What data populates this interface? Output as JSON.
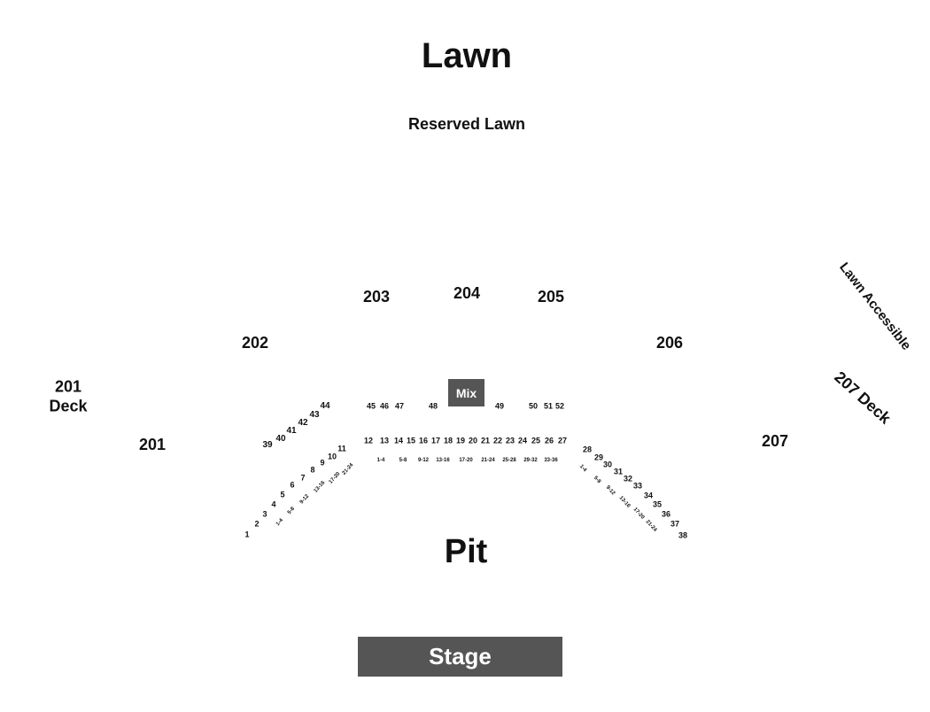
{
  "title": "Lawn",
  "reserved_lawn": "Reserved Lawn",
  "lawn_accessible": "Lawn Accessible",
  "deck_201": "201\nDeck",
  "deck_207": "207 Deck",
  "pit": "Pit",
  "stage": "Stage",
  "mix": "Mix",
  "sections": {
    "s201": "201",
    "s202": "202",
    "s203": "203",
    "s204": "204",
    "s205": "205",
    "s206": "206",
    "s207": "207"
  },
  "left_outer_rows": [
    "1",
    "2",
    "3",
    "4",
    "5",
    "6",
    "7",
    "8",
    "9",
    "10",
    "11"
  ],
  "left_upper_rows": [
    "39",
    "40",
    "41",
    "42",
    "43",
    "44"
  ],
  "center_upper_rows": [
    "45",
    "46",
    "47",
    "48",
    "49",
    "50",
    "51",
    "52"
  ],
  "center_rows": [
    "12",
    "13",
    "14",
    "15",
    "16",
    "17",
    "18",
    "19",
    "20",
    "21",
    "22",
    "23",
    "24",
    "25",
    "26",
    "27"
  ],
  "right_outer_rows": [
    "28",
    "29",
    "30",
    "31",
    "32",
    "33",
    "34",
    "35",
    "36",
    "37",
    "38"
  ],
  "left_seat_ranges": [
    "1-4",
    "5-8",
    "9-12",
    "13-16",
    "17-20",
    "21-24"
  ],
  "center_seat_ranges": [
    "1-4",
    "5-8",
    "9-12",
    "13-16",
    "17-20",
    "21-24",
    "25-28",
    "29-32",
    "33-36"
  ],
  "right_seat_ranges": [
    "1-4",
    "5-8",
    "9-12",
    "13-16",
    "17-20",
    "21-24"
  ],
  "colors": {
    "box_fill": "#555555",
    "box_text": "#ffffff",
    "text": "#111111",
    "background": "#ffffff"
  }
}
